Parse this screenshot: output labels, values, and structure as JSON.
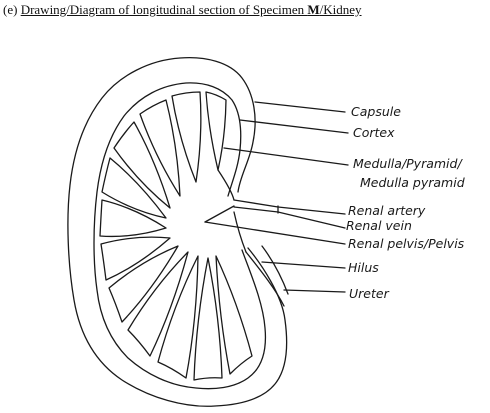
{
  "heading": {
    "prefix": "(e) ",
    "text_a": "Drawing/Diagram of longitudinal section of Specimen ",
    "text_bold": "M",
    "text_b": "/Kidney"
  },
  "labels": {
    "capsule": "Capsule",
    "cortex": "Cortex",
    "medulla_line1": "Medulla/Pyramid/",
    "medulla_line2": "Medulla pyramid",
    "renal_artery": "Renal artery",
    "renal_vein": "Renal vein",
    "renal_pelvis": "Renal pelvis/Pelvis",
    "hilus": "Hilus",
    "ureter": "Ureter"
  }
}
